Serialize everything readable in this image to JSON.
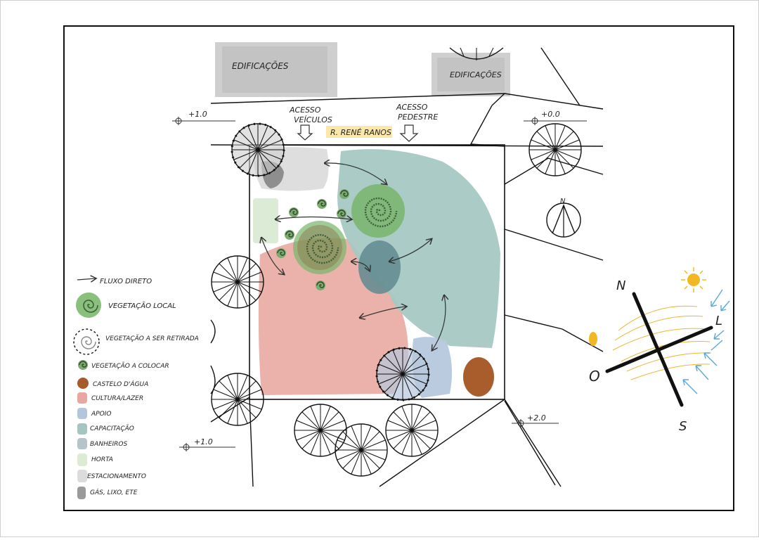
{
  "labels": {
    "building_1": "EDIFICAÇÕES",
    "building_2": "EDIFICAÇÕES",
    "access_vehicles_1": "ACESSO",
    "access_vehicles_2": "VEÍCULOS",
    "access_pedestrian_1": "ACESSO",
    "access_pedestrian_2": "PEDESTRE",
    "street_name": "R. RENÉ RANOS",
    "level_top_left": "+1.0",
    "level_top_right": "+0.0",
    "level_bottom_left": "+1.0",
    "level_bottom_right": "+2.0",
    "north_small": "N",
    "compass_n": "N",
    "compass_s": "S",
    "compass_l": "L",
    "compass_o": "O"
  },
  "legend": [
    {
      "key": "fluxo",
      "text": "FLUXO DIRETO",
      "color": "#333333"
    },
    {
      "key": "veg-local",
      "text": "VEGETAÇÃO LOCAL",
      "color": "#7cba6e"
    },
    {
      "key": "veg-retirada",
      "text": "VEGETAÇÃO A SER RETIRADA",
      "color": "#aaaaaa"
    },
    {
      "key": "veg-colocar",
      "text": "VEGETAÇÃO A COLOCAR",
      "color": "#6b9e5a"
    },
    {
      "key": "castelo",
      "text": "CASTELO D'ÁGUA",
      "color": "#a85a2a"
    },
    {
      "key": "cultura",
      "text": "CULTURA/LAZER",
      "color": "#e8a8a0"
    },
    {
      "key": "apoio",
      "text": "APOIO",
      "color": "#b4c6dc"
    },
    {
      "key": "capacitacao",
      "text": "CAPACITAÇÃO",
      "color": "#a4c6c0"
    },
    {
      "key": "banheiros",
      "text": "BANHEIROS",
      "color": "#b4c4c8"
    },
    {
      "key": "horta",
      "text": "HORTA",
      "color": "#dcebd4"
    },
    {
      "key": "estacionamento",
      "text": "ESTACIONAMENTO",
      "color": "#dcdcdc"
    },
    {
      "key": "gas",
      "text": "GÁS, LIXO, ETE",
      "color": "#9a9a9a"
    }
  ],
  "colors": {
    "cultura": "#e8aaa2",
    "capacitacao": "#a7c8c3",
    "apoio": "#b7c8dd",
    "banheiros": "#5f8a8f",
    "horta": "#dcebd5",
    "estacionamento": "#dedede",
    "gas": "#8e8e8e",
    "castelo": "#a95d2c",
    "veg_local": "#77b56a",
    "street_highlight": "#fbe8a8",
    "sun": "#f2b824",
    "wind": "#5aa8d8"
  }
}
